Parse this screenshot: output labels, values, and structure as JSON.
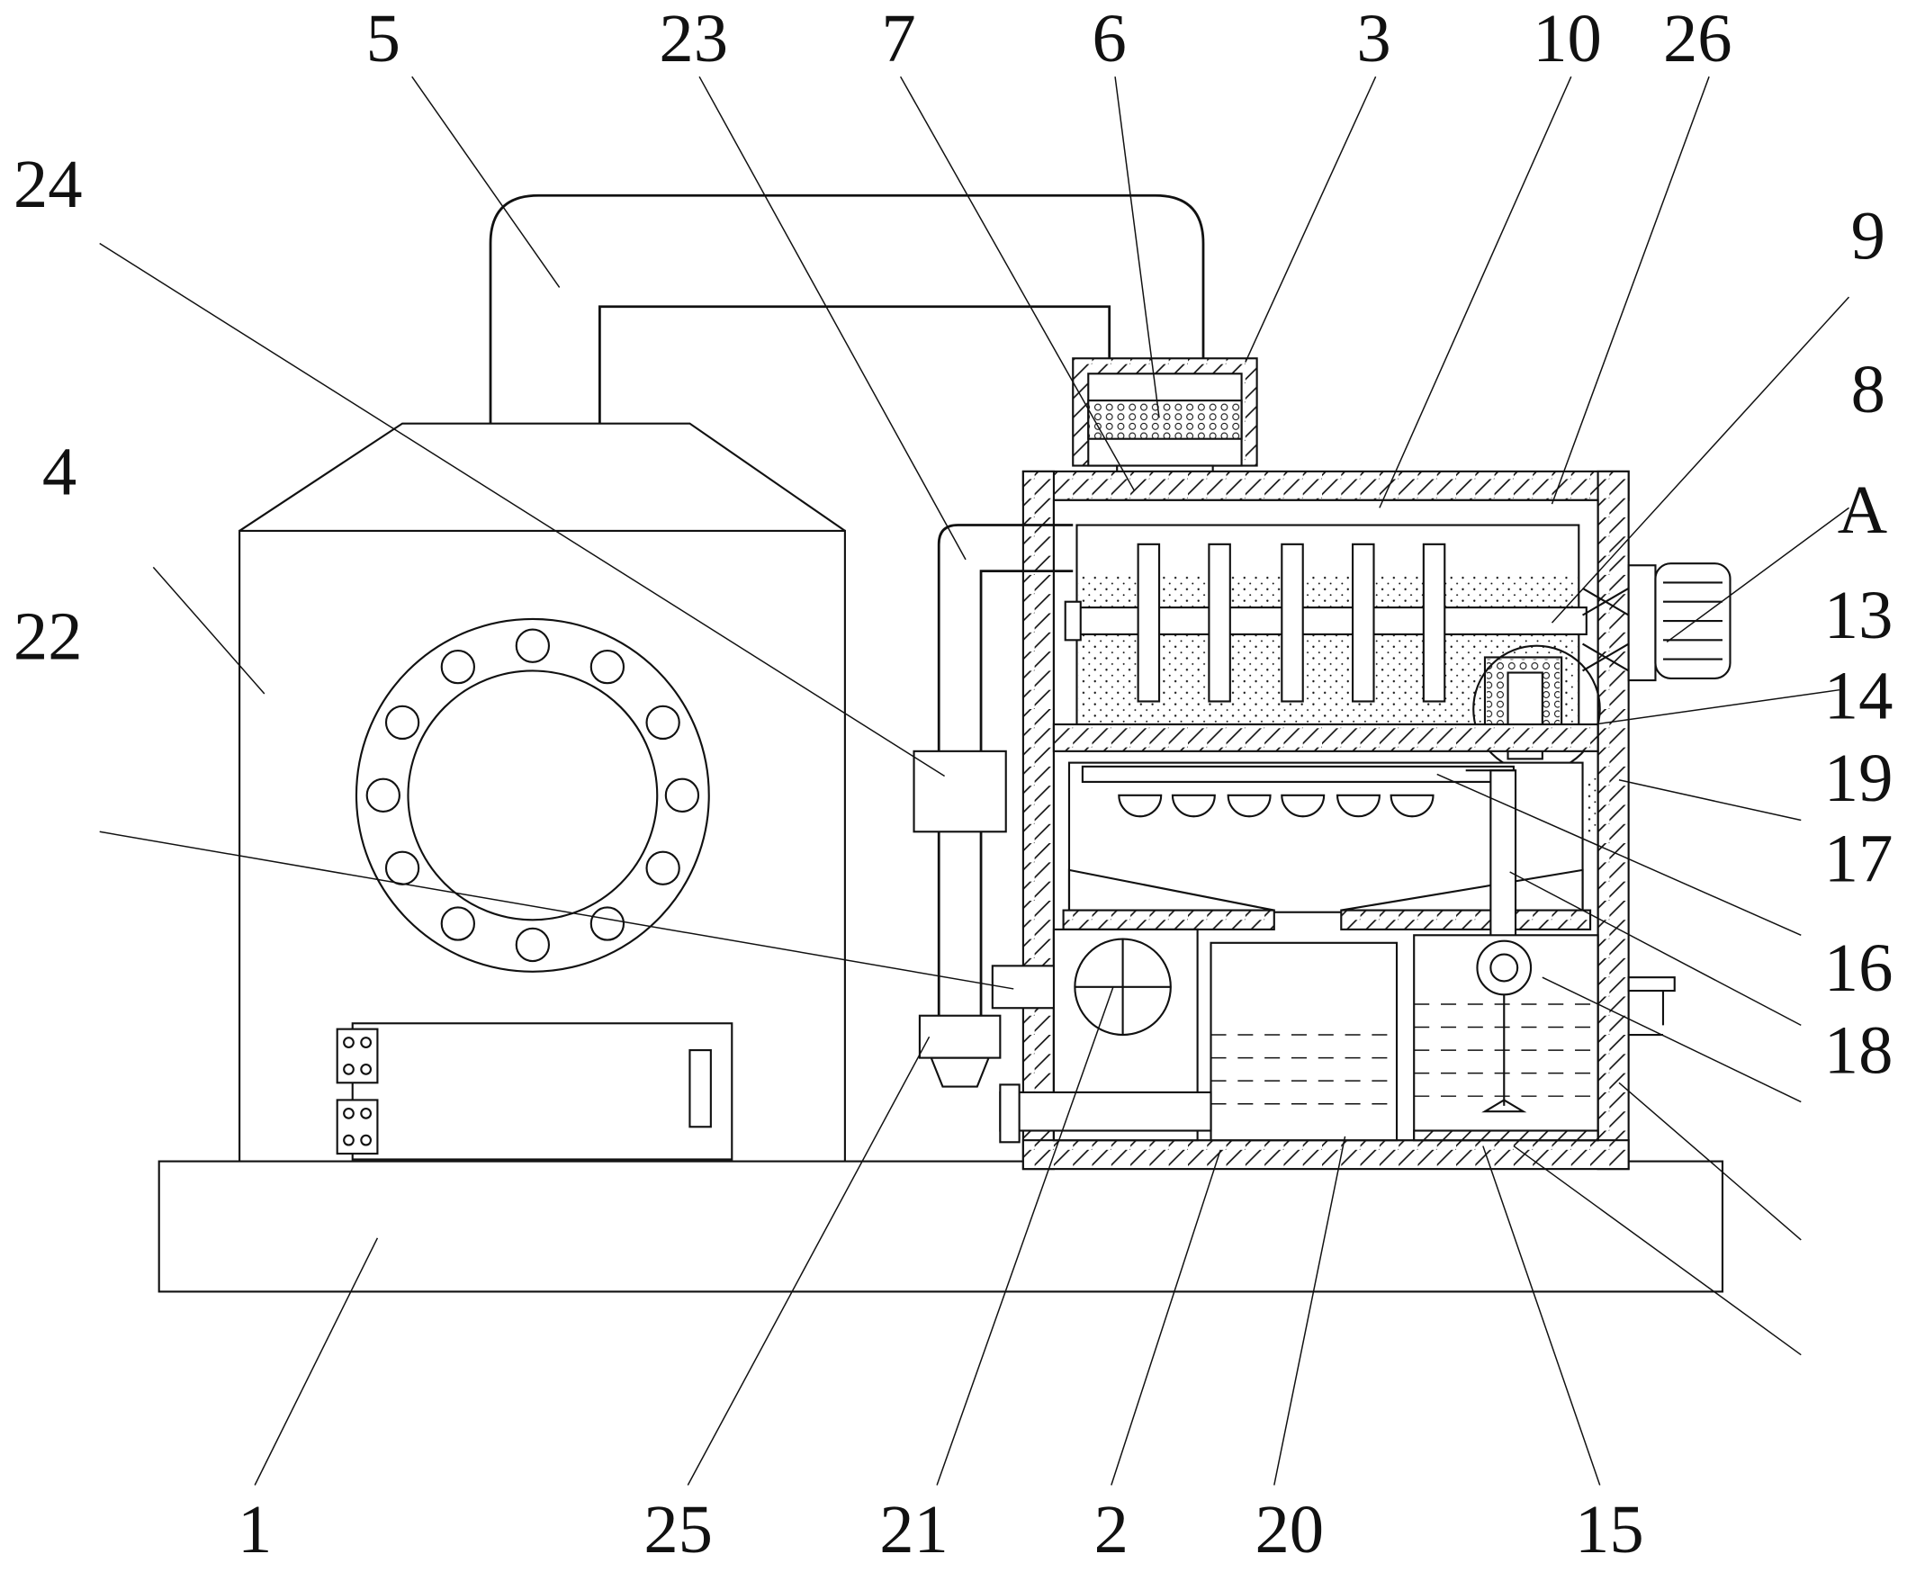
{
  "diagram": {
    "labels": [
      {
        "id": "l5",
        "text": "5"
      },
      {
        "id": "l23",
        "text": "23"
      },
      {
        "id": "l7",
        "text": "7"
      },
      {
        "id": "l6",
        "text": "6"
      },
      {
        "id": "l3",
        "text": "3"
      },
      {
        "id": "l10",
        "text": "10"
      },
      {
        "id": "l26",
        "text": "26"
      },
      {
        "id": "l24",
        "text": "24"
      },
      {
        "id": "l9",
        "text": "9"
      },
      {
        "id": "l8",
        "text": "8"
      },
      {
        "id": "l4",
        "text": "4"
      },
      {
        "id": "lA",
        "text": "A"
      },
      {
        "id": "l13",
        "text": "13"
      },
      {
        "id": "l22",
        "text": "22"
      },
      {
        "id": "l14",
        "text": "14"
      },
      {
        "id": "l19",
        "text": "19"
      },
      {
        "id": "l17",
        "text": "17"
      },
      {
        "id": "l16",
        "text": "16"
      },
      {
        "id": "l18",
        "text": "18"
      },
      {
        "id": "l1",
        "text": "1"
      },
      {
        "id": "l25",
        "text": "25"
      },
      {
        "id": "l21",
        "text": "21"
      },
      {
        "id": "l2",
        "text": "2"
      },
      {
        "id": "l20",
        "text": "20"
      },
      {
        "id": "l15",
        "text": "15"
      }
    ]
  },
  "colors": {
    "line": "#111111",
    "background": "#ffffff"
  }
}
